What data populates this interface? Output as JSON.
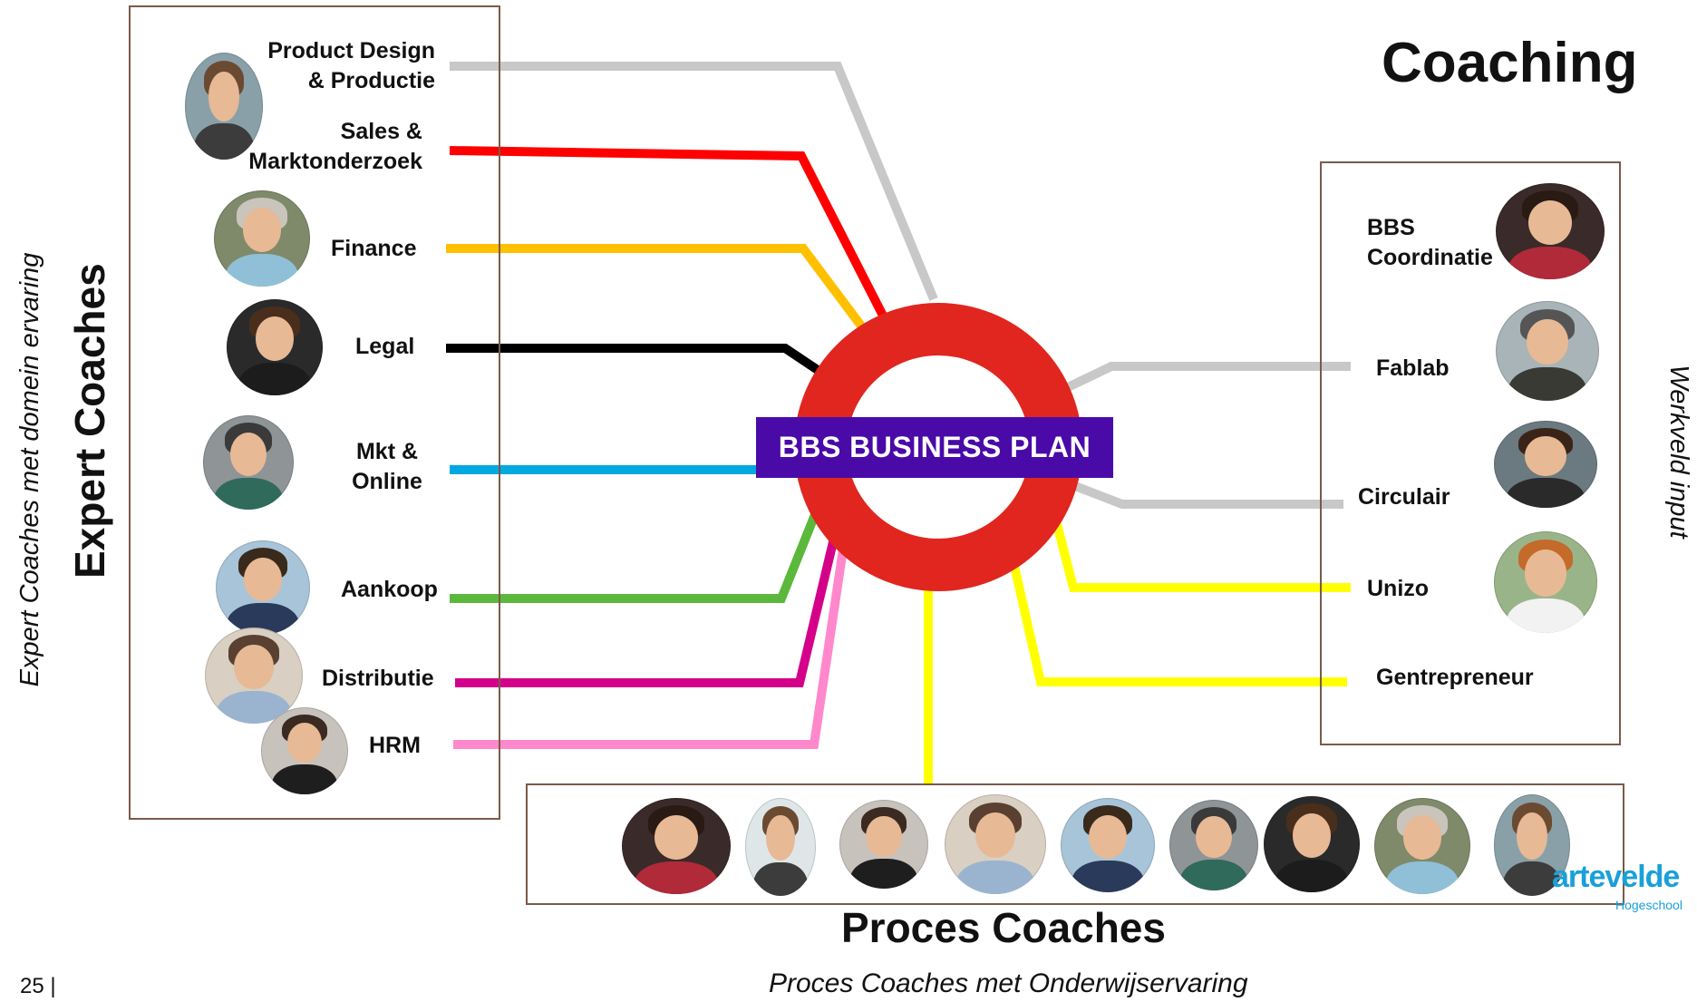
{
  "title": "Coaching",
  "expert": {
    "title": "Expert Coaches",
    "subtitle": "Expert Coaches met domein ervaring",
    "domains": {
      "product": "Product  Design\n& Productie",
      "sales": "Sales &\nMarktonderzoek",
      "finance": "Finance",
      "legal": "Legal",
      "mkt": "Mkt &\nOnline",
      "aankoop": "Aankoop",
      "distributie": "Distributie",
      "hrm": "HRM"
    }
  },
  "center_label": "BBS BUSINESS PLAN",
  "werkveld": {
    "subtitle": "Werkveld input",
    "items": {
      "bbs": "BBS\nCoordinatie",
      "fablab": "Fablab",
      "circulair": "Circulair",
      "unizo": "Unizo",
      "gentrepreneur": "Gentrepreneur"
    }
  },
  "proces": {
    "title": "Proces Coaches",
    "subtitle": "Proces Coaches met Onderwijservaring"
  },
  "page_number": "25 |",
  "logo": {
    "main": "artevelde",
    "sub": "Hogeschool"
  },
  "colors": {
    "product": "#c8c8c8",
    "sales": "#ff0000",
    "finance": "#ffc000",
    "legal": "#000000",
    "mkt": "#00a8e0",
    "aankoop": "#5cb83c",
    "distributie": "#d4008a",
    "hrm": "#ff88cc",
    "werkveld_grey": "#c8c8c8",
    "werkveld_yellow": "#ffff00",
    "ring": "#e0261f",
    "banner": "#4a0aa8"
  }
}
